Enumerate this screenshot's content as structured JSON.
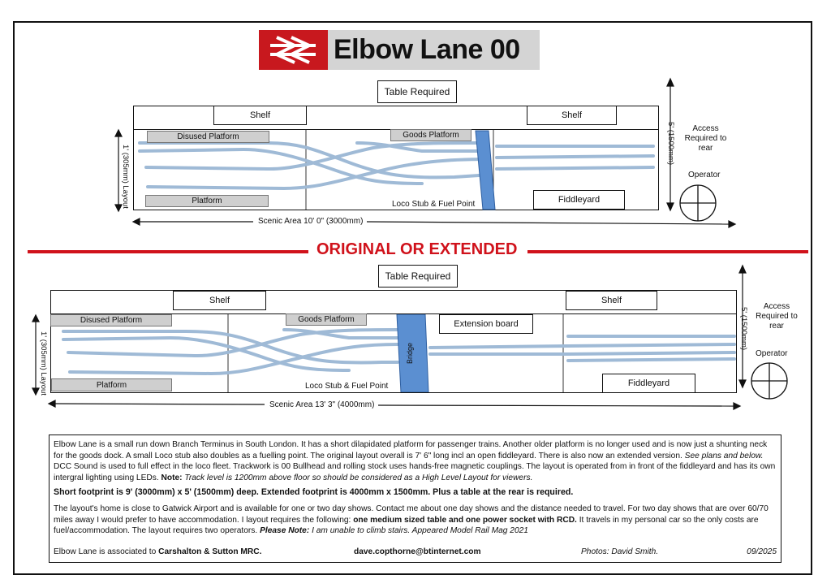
{
  "logo": {
    "title": "Elbow Lane 00",
    "icon": "british-rail-double-arrow-icon"
  },
  "top_layout": {
    "table_required": "Table Required",
    "shelf_left": "Shelf",
    "shelf_right": "Shelf",
    "disused_platform": "Disused Platform",
    "goods_platform": "Goods Platform",
    "platform": "Platform",
    "loco_stub": "Loco Stub & Fuel Point",
    "fiddleyard": "Fiddleyard",
    "depth_label": "1' (305mm) Layout",
    "access_depth": "5' (1500mm)",
    "access_text": "Access Required to rear",
    "operator": "Operator",
    "scenic_area": "Scenic Area  10' 0\" (3000mm)"
  },
  "divider_text": "ORIGINAL OR EXTENDED",
  "bottom_layout": {
    "table_required": "Table Required",
    "shelf_left": "Shelf",
    "shelf_right": "Shelf",
    "disused_platform": "Disused Platform",
    "goods_platform": "Goods Platform",
    "platform": "Platform",
    "bridge": "Bridge",
    "extension_board": "Extension board",
    "loco_stub": "Loco Stub & Fuel Point",
    "fiddleyard": "Fiddleyard",
    "depth_label": "1' (305mm) Layout",
    "access_depth": "5' (1500mm)",
    "access_text": "Access Required to rear",
    "operator": "Operator",
    "scenic_area": "Scenic Area  13' 3\" (4000mm)"
  },
  "info": {
    "p1_a": "Elbow Lane is a small run down Branch Terminus in South London. It has a short dilapidated platform for passenger trains. Another older platform is no longer used and is now just a shunting neck for the goods dock. A small Loco stub also doubles as a fuelling point. The original layout overall is 7' 6\" long incl an open fiddleyard. There is also now an extended version. ",
    "p1_b": "See plans and below.",
    "p1_c": " DCC Sound is used to full effect in the loco fleet. Trackwork is 00 Bullhead and rolling stock uses hands-free magnetic couplings. The layout is operated from in front of the fiddleyard and has its own intergral lighting using LEDs. ",
    "p1_d": "Note:",
    "p1_e": " Track level is 1200mm above floor so should be considered as a High Level Layout for viewers.",
    "p2": "Short footprint is 9' (3000mm) x 5' (1500mm) deep.  Extended footprint is 4000mm x 1500mm.  Plus a table at the rear is required.",
    "p3_a": "The layout's home is close to Gatwick Airport and is available for one or two day shows. Contact me about one day shows and the distance needed to travel. For two day shows that are over 60/70 miles away I would prefer to have accommodation. I layout requires the following: ",
    "p3_b": "one medium sized table and one power socket with RCD.",
    "p3_c": " It travels in my personal car so the only costs are fuel/accommodation. The layout requires two operators. ",
    "p3_d": "Please Note:",
    "p3_e": " I am unable to climb stairs.   Appeared Model Rail Mag 2021",
    "footer_assoc": "Elbow Lane is associated to ",
    "footer_club": "Carshalton & Sutton MRC.",
    "footer_email": "dave.copthorne@btinternet.com",
    "footer_photos": "Photos: David Smith.",
    "footer_date": "09/2025"
  }
}
